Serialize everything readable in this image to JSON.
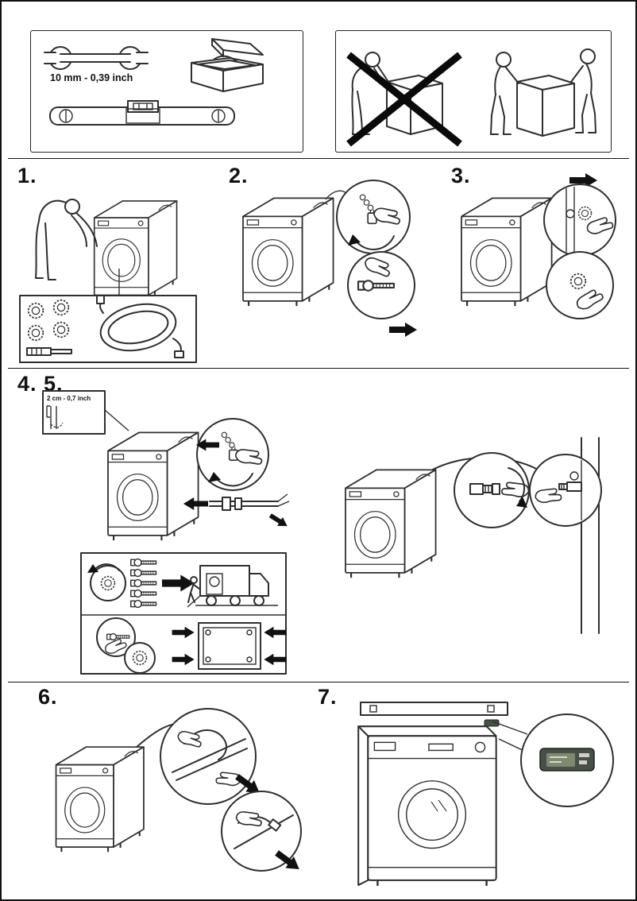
{
  "labels": {
    "wrench_size": "10 mm - 0,39 inch",
    "hose_clearance": "2 cm - 0,7 inch"
  },
  "steps": [
    {
      "label": "1."
    },
    {
      "label": "2."
    },
    {
      "label": "3."
    },
    {
      "label": "4. 5."
    },
    {
      "label": "6."
    },
    {
      "label": "7."
    }
  ],
  "icons": {
    "wrench": "wrench-icon",
    "toolbox": "toolbox-icon",
    "spirit_level": "spirit-level-icon",
    "no_single_person_lift": "no-single-person-lift-icon",
    "two_person_lift": "two-person-lift-icon",
    "washing_machine": "washing-machine-icon",
    "transit_bolt": "transit-bolt-icon",
    "cap": "cap-icon",
    "hand": "hand-icon",
    "inlet_hose": "inlet-hose-icon",
    "drain_hose": "drain-hose-icon",
    "truck": "truck-icon",
    "arrow": "arrow-icon",
    "sticker": "rating-sticker-icon"
  },
  "colors": {
    "line": "#2e2e2e",
    "background": "#ffffff",
    "arrow_fill": "#111111",
    "sticker_outer": "#474f47",
    "sticker_inner": "#7d8a6f"
  }
}
